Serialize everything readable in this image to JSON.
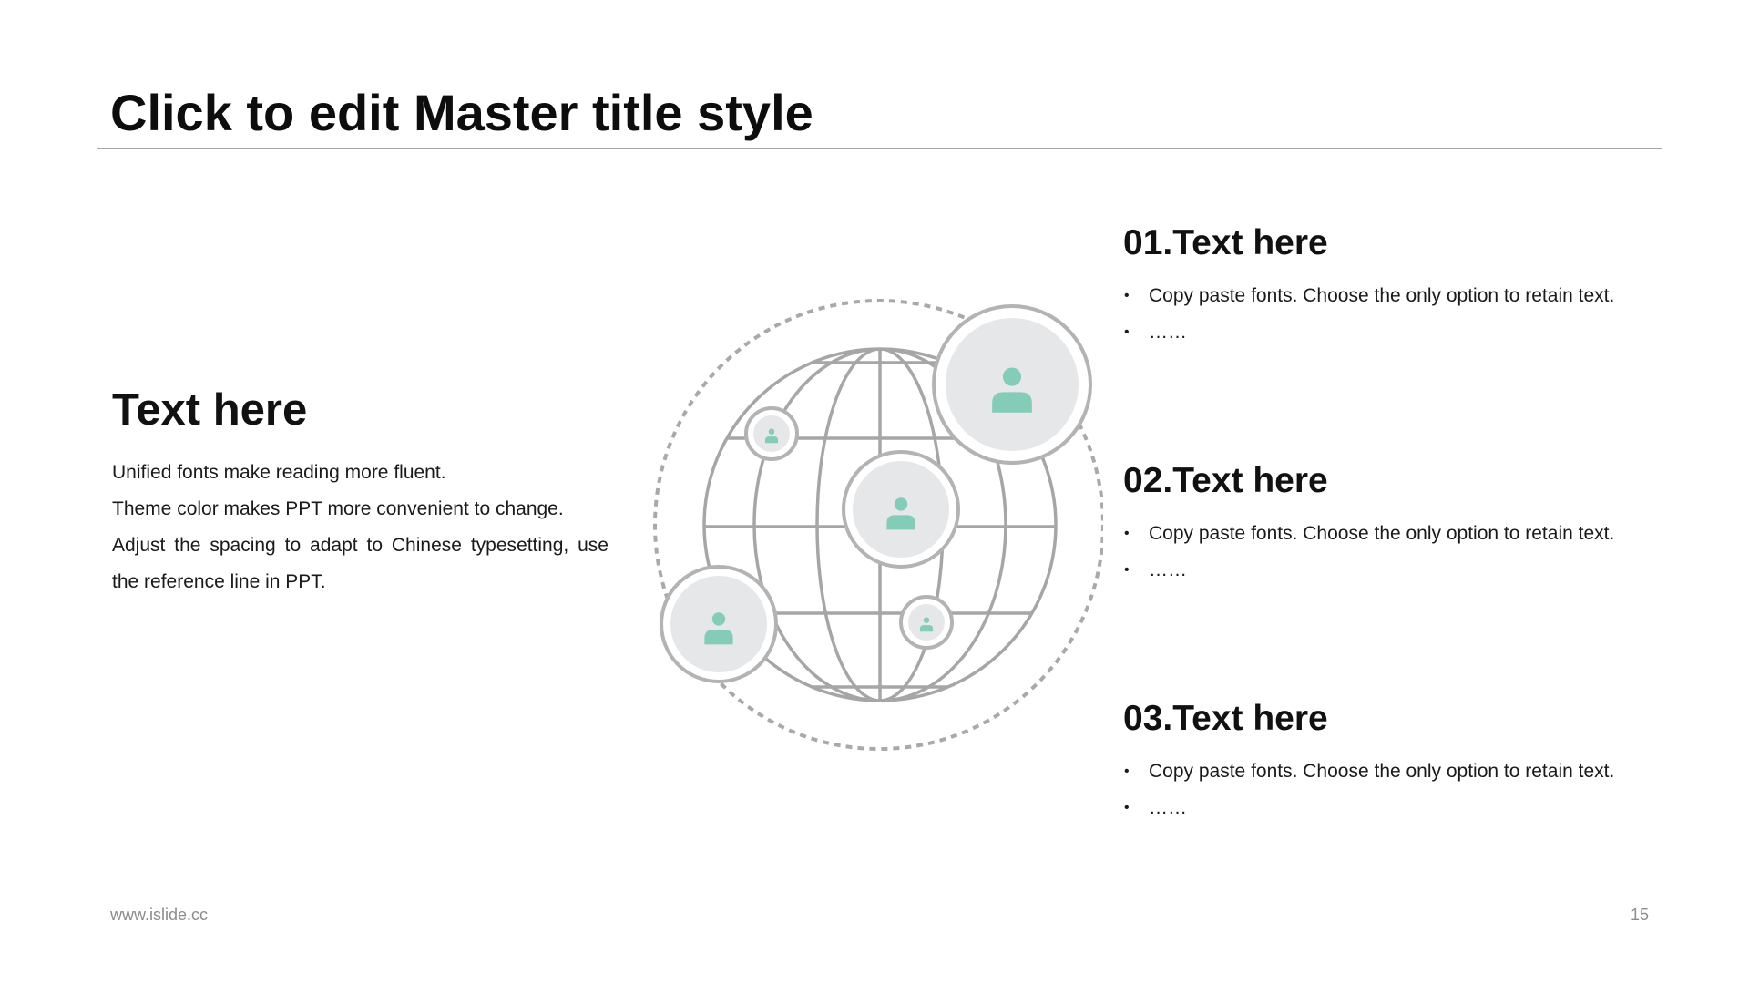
{
  "slide": {
    "title": "Click to edit Master title style"
  },
  "left_panel": {
    "heading": "Text here",
    "lines": [
      "Unified fonts make reading more fluent.",
      "Theme color makes PPT more convenient to change.",
      "Adjust the spacing to adapt to Chinese typesetting, use",
      "the reference line in PPT."
    ]
  },
  "items": [
    {
      "title": "01.Text here",
      "bullets": [
        "Copy paste fonts. Choose the only option to retain text.",
        "……"
      ]
    },
    {
      "title": "02.Text here",
      "bullets": [
        "Copy paste fonts. Choose the only option to retain text.",
        "……"
      ]
    },
    {
      "title": "03.Text here",
      "bullets": [
        "Copy paste fonts. Choose the only option to retain text.",
        "……"
      ]
    }
  ],
  "graphic": {
    "icons": [
      "globe-icon",
      "user-icon",
      "dashed-orbit"
    ],
    "colors": {
      "line": "#a6a6a6",
      "circle_fill": "#e6e7e9",
      "user_icon": "#84cbb8"
    }
  },
  "footer": {
    "url": "www.islide.cc",
    "page_number": "15"
  }
}
